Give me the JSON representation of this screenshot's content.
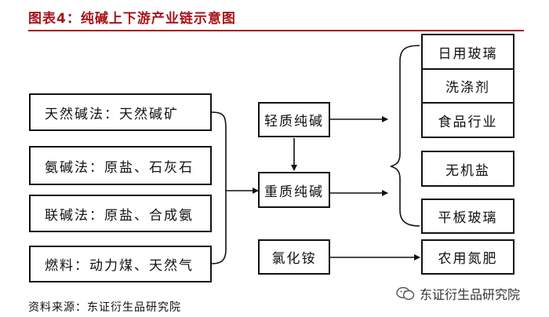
{
  "title": "图表4：纯碱上下游产业链示意图",
  "inputs": [
    "天然碱法：天然碱矿",
    "氨碱法：原盐、石灰石",
    "联碱法：原盐、合成氨",
    "燃料：动力煤、天然气"
  ],
  "products": [
    "轻质纯碱",
    "重质纯碱",
    "氯化铵"
  ],
  "applications": [
    "日用玻璃",
    "洗涤剂",
    "食品行业",
    "无机盐",
    "平板玻璃",
    "农用氮肥"
  ],
  "source": "资料来源：东证衍生品研究院",
  "watermark": "东证衍生品研究院",
  "colors": {
    "title": "#a8141b",
    "rule": "#a8141b",
    "lines": "#111111"
  }
}
